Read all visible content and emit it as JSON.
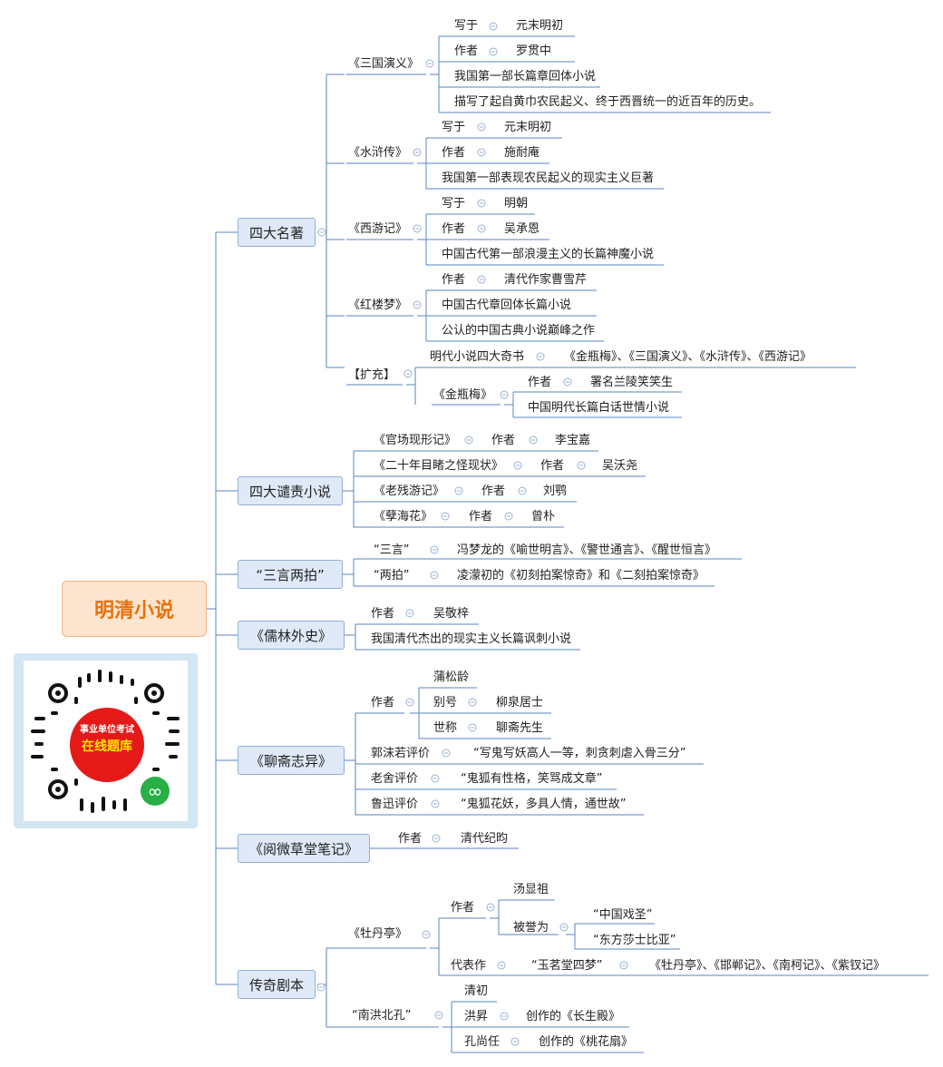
{
  "root": "明清小说",
  "branches": {
    "sida_mingzhu": "四大名著",
    "qianze": "四大谴责小说",
    "sanyan": "“三言两拍”",
    "rulin": "《儒林外史》",
    "liaozhai": "《聊斋志异》",
    "yuewei": "《阅微草堂笔记》",
    "chuanqi": "传奇剧本"
  },
  "sanguo": {
    "title": "《三国演义》",
    "written_label": "写于",
    "written_value": "元末明初",
    "author_label": "作者",
    "author_value": "罗贯中",
    "note1": "我国第一部长篇章回体小说",
    "note2": "描写了起自黄巾农民起义、终于西晋统一的近百年的历史。"
  },
  "shuihu": {
    "title": "《水浒传》",
    "written_label": "写于",
    "written_value": "元末明初",
    "author_label": "作者",
    "author_value": "施耐庵",
    "note1": "我国第一部表现农民起义的现实主义巨著"
  },
  "xiyou": {
    "title": "《西游记》",
    "written_label": "写于",
    "written_value": "明朝",
    "author_label": "作者",
    "author_value": "吴承恩",
    "note1": "中国古代第一部浪漫主义的长篇神魔小说"
  },
  "honglou": {
    "title": "《红楼梦》",
    "author_label": "作者",
    "author_value": "清代作家曹雪芹",
    "note1": "中国古代章回体长篇小说",
    "note2": "公认的中国古典小说巅峰之作"
  },
  "kuochong": {
    "title": "【扩充】",
    "qishu_label": "明代小说四大奇书",
    "qishu_value": "《金瓶梅》、《三国演义》、《水浒传》、《西游记》",
    "jinping": "《金瓶梅》",
    "jp_author_label": "作者",
    "jp_author_value": "署名兰陵笑笑生",
    "jp_note": "中国明代长篇白话世情小说"
  },
  "qianze_items": [
    {
      "title": "《官场现形记》",
      "label": "作者",
      "value": "李宝嘉"
    },
    {
      "title": "《二十年目睹之怪现状》",
      "label": "作者",
      "value": "吴沃尧"
    },
    {
      "title": "《老残游记》",
      "label": "作者",
      "value": "刘鹗"
    },
    {
      "title": "《孽海花》",
      "label": "作者",
      "value": "曾朴"
    }
  ],
  "sanyan_items": [
    {
      "title": "“三言”",
      "value": "冯梦龙的《喻世明言》、《警世通言》、《醒世恒言》"
    },
    {
      "title": "“两拍”",
      "value": "凌濛初的《初刻拍案惊奇》和《二刻拍案惊奇》"
    }
  ],
  "rulin_items": {
    "author_label": "作者",
    "author_value": "吴敬梓",
    "note": "我国清代杰出的现实主义长篇讽刺小说"
  },
  "liaozhai_items": {
    "author_label": "作者",
    "author_name": "蒲松龄",
    "alias_label": "别号",
    "alias_value": "柳泉居士",
    "honor_label": "世称",
    "honor_value": "聊斋先生",
    "guo_label": "郭沫若评价",
    "guo_value": "“写鬼写妖高人一等，刺贪刺虐入骨三分”",
    "lao_label": "老舍评价",
    "lao_value": "“鬼狐有性格，笑骂成文章”",
    "lu_label": "鲁迅评价",
    "lu_value": "“鬼狐花妖，多具人情，通世故”"
  },
  "yuewei_items": {
    "author_label": "作者",
    "author_value": "清代纪昀"
  },
  "mudan": {
    "title": "《牡丹亭》",
    "author_label": "作者",
    "author_name": "汤显祖",
    "praised_label": "被誉为",
    "praise1": "“中国戏圣”",
    "praise2": "“东方莎士比亚”",
    "works_label": "代表作",
    "works_name": "“玉茗堂四梦”",
    "works_value": "《牡丹亭》、《邯郸记》、《南柯记》、《紫钗记》"
  },
  "nanhong": {
    "title": "“南洪北孔”",
    "era": "清初",
    "hong_name": "洪昇",
    "hong_work": "创作的《长生殿》",
    "kong_name": "孔尚任",
    "kong_work": "创作的《桃花扇》"
  },
  "qr": {
    "line1": "事业单位考试",
    "line2": "在线题库"
  },
  "colors": {
    "line": "#5b83c2",
    "root_fill": "#fde4cf",
    "branch_fill": "#dfe9f7",
    "root_text": "#e8720c",
    "badge": "#e61919"
  }
}
